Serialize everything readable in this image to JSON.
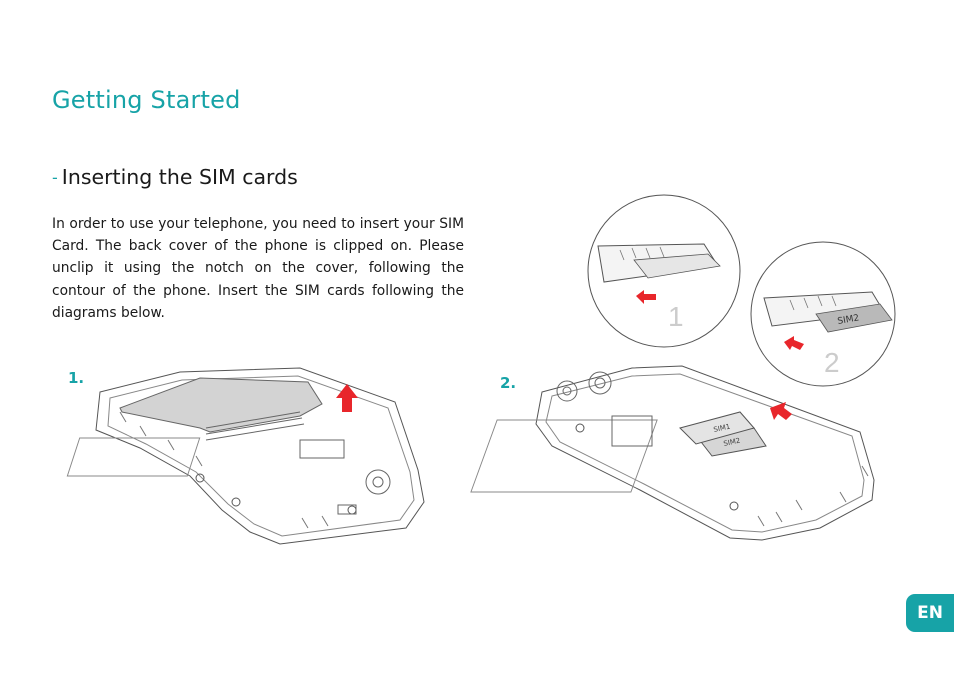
{
  "page": {
    "title": "Getting Started",
    "section_dash": "-",
    "section_heading": "Inserting the SIM cards",
    "body_text": "In order to use your telephone, you need to insert your SIM Card. The back cover of the phone is clipped on. Please unclip it using the notch on the cover, following the contour of the phone. Insert the SIM cards following the diagrams below."
  },
  "figures": {
    "step1_label": "1.",
    "step2_label": "2.",
    "zoom1_number": "1",
    "zoom2_number": "2",
    "sim1_label": "SIM1",
    "sim2_label": "SIM2"
  },
  "language_badge": "EN",
  "colors": {
    "accent": "#17a3a7",
    "arrow": "#e8262b",
    "line": "#555555"
  }
}
